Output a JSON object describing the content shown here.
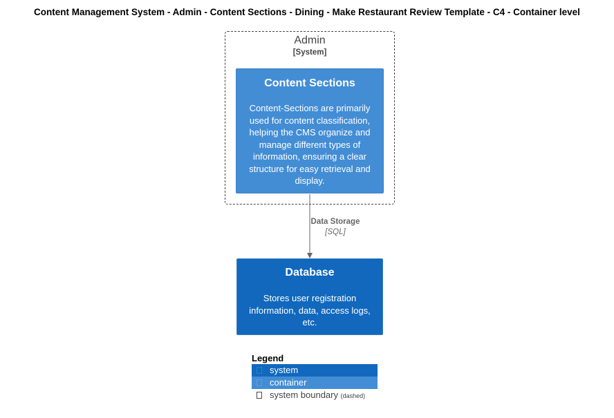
{
  "title": "Content Management System - Admin - Content Sections - Dining - Make Restaurant Review Template - C4 - Container level",
  "boundary": {
    "name": "Admin",
    "type": "[System]"
  },
  "container": {
    "name": "Content Sections",
    "description": "Content-Sections are primarily used for content classification, helping the CMS organize and manage different types of information, ensuring a clear structure for easy retrieval and display."
  },
  "database": {
    "name": "Database",
    "description": "Stores user registration information, data, access logs, etc."
  },
  "relationship": {
    "label": "Data Storage",
    "technology": "[SQL]"
  },
  "legend": {
    "title": "Legend",
    "system": "system",
    "container": "container",
    "boundary": "system boundary",
    "boundary_note": "(dashed)"
  },
  "colors": {
    "system": "#1168bd",
    "container": "#438dd5",
    "edge": "#666666"
  }
}
